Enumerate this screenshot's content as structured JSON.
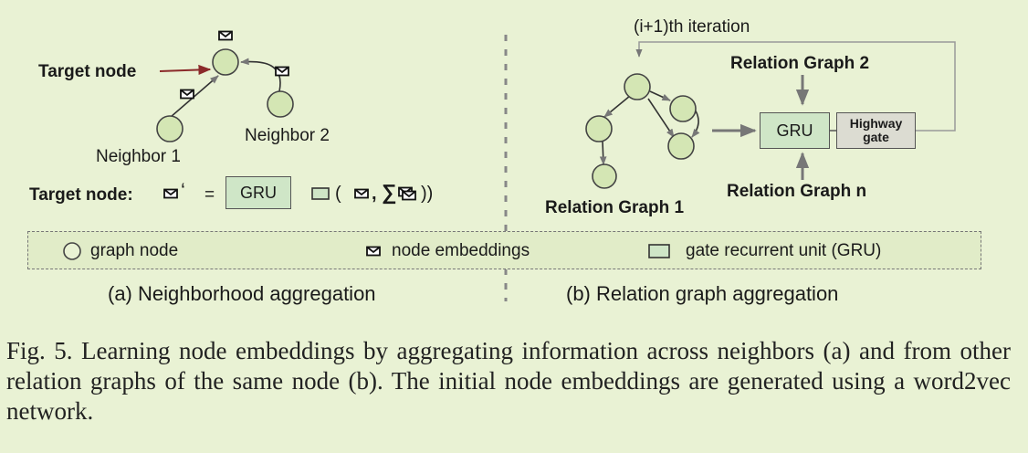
{
  "panel_a": {
    "target_node_label": "Target node",
    "neighbor1": "Neighbor 1",
    "neighbor2": "Neighbor 2",
    "formula_label": "Target node:",
    "formula_prime": "‘",
    "formula_equals": "=",
    "gru": "GRU",
    "formula_args_open": "(",
    "formula_comma": ",",
    "formula_sigma": "∑",
    "formula_close": "))",
    "subcaption": "(a)  Neighborhood aggregation"
  },
  "panel_b": {
    "iteration": "(i+1)th iteration",
    "graph1": "Relation Graph 1",
    "graph2": "Relation Graph 2",
    "graphn": "Relation Graph n",
    "gru": "GRU",
    "highway_line1": "Highway",
    "highway_line2": "gate",
    "subcaption": "(b) Relation graph aggregation"
  },
  "legend": {
    "node": "graph node",
    "embedding": "node embeddings",
    "gru": "gate recurrent unit  (GRU)"
  },
  "caption": "Fig. 5.    Learning node embeddings by aggregating information across neighbors (a) and from other relation graphs of the same node (b). The initial node embeddings are generated using a word2vec network.",
  "colors": {
    "node_fill": "#d4e6b4",
    "gru_fill": "#cfe6c7",
    "highway_fill": "#dcdcd2",
    "target_arrow": "#8b2a2a"
  }
}
